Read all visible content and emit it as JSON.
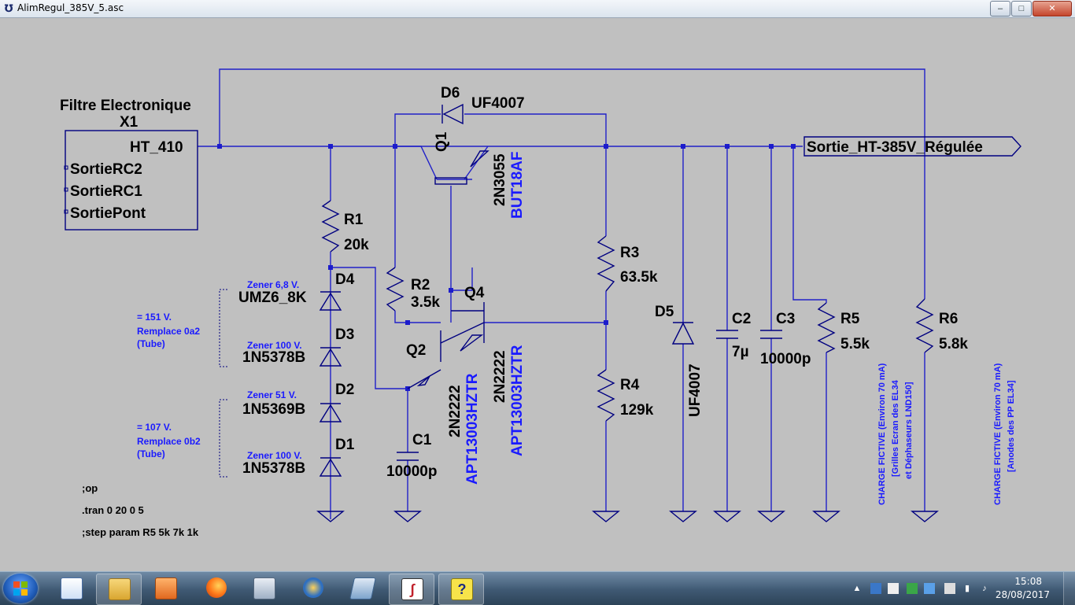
{
  "window": {
    "title": "AlimRegul_385V_5.asc",
    "app_icon_glyph": "℧"
  },
  "schematic": {
    "subckt": {
      "name": "Filtre Electronique",
      "ref": "X1",
      "pins": [
        "HT_410",
        "SortieRC2",
        "SortieRC1",
        "SortiePont"
      ]
    },
    "output_label": "Sortie_HT-385V_Régulée",
    "diodes": {
      "d6": {
        "ref": "D6",
        "value": "UF4007"
      },
      "d5": {
        "ref": "D5",
        "value": "UF4007"
      },
      "d4": {
        "ref": "D4",
        "value": "UMZ6_8K",
        "note": "Zener 6,8 V."
      },
      "d3": {
        "ref": "D3",
        "value": "1N5378B",
        "note": "Zener 100 V."
      },
      "d2": {
        "ref": "D2",
        "value": "1N5369B",
        "note": "Zener 51 V."
      },
      "d1": {
        "ref": "D1",
        "value": "1N5378B",
        "note": "Zener 100 V."
      }
    },
    "transistors": {
      "q1": {
        "ref": "Q1",
        "value": "2N3055",
        "alt": "BUT18AF"
      },
      "q2": {
        "ref": "Q2",
        "value": "2N2222",
        "alt": "APT13003HZTR"
      },
      "q4": {
        "ref": "Q4",
        "value": "2N2222",
        "alt": "APT13003HZTR"
      }
    },
    "resistors": {
      "r1": {
        "ref": "R1",
        "value": "20k"
      },
      "r2": {
        "ref": "R2",
        "value": "3.5k"
      },
      "r3": {
        "ref": "R3",
        "value": "63.5k"
      },
      "r4": {
        "ref": "R4",
        "value": "129k"
      },
      "r5": {
        "ref": "R5",
        "value": "5.5k"
      },
      "r6": {
        "ref": "R6",
        "value": "5.8k"
      }
    },
    "capacitors": {
      "c1": {
        "ref": "C1",
        "value": "10000p"
      },
      "c2": {
        "ref": "C2",
        "value": "7µ"
      },
      "c3": {
        "ref": "C3",
        "value": "10000p"
      }
    },
    "notes": {
      "upper_zener": [
        "= 151 V.",
        "Remplace 0a2",
        "(Tube)"
      ],
      "lower_zener": [
        "= 107 V.",
        "Remplace 0b2",
        "(Tube)"
      ],
      "load_r5": [
        "CHARGE FICTIVE (Environ 70 mA)",
        "[Grilles Ecran des EL34",
        "et Déphaseurs LND150]"
      ],
      "load_r6": [
        "CHARGE FICTIVE (Environ 70 mA)",
        "[Anodes des PP EL34]"
      ]
    },
    "directives": [
      ";op",
      ".tran 0 20 0 5",
      ";step param R5 5k 7k 1k"
    ]
  },
  "taskbar": {
    "items": [
      {
        "name": "start-button"
      },
      {
        "name": "taskbar-wordpad"
      },
      {
        "name": "taskbar-explorer"
      },
      {
        "name": "taskbar-media-player"
      },
      {
        "name": "taskbar-firefox"
      },
      {
        "name": "taskbar-calculator"
      },
      {
        "name": "taskbar-network-app"
      },
      {
        "name": "taskbar-slides-app"
      },
      {
        "name": "taskbar-ltspice"
      },
      {
        "name": "taskbar-help"
      }
    ],
    "clock": {
      "time": "15:08",
      "date": "28/08/2017"
    }
  }
}
